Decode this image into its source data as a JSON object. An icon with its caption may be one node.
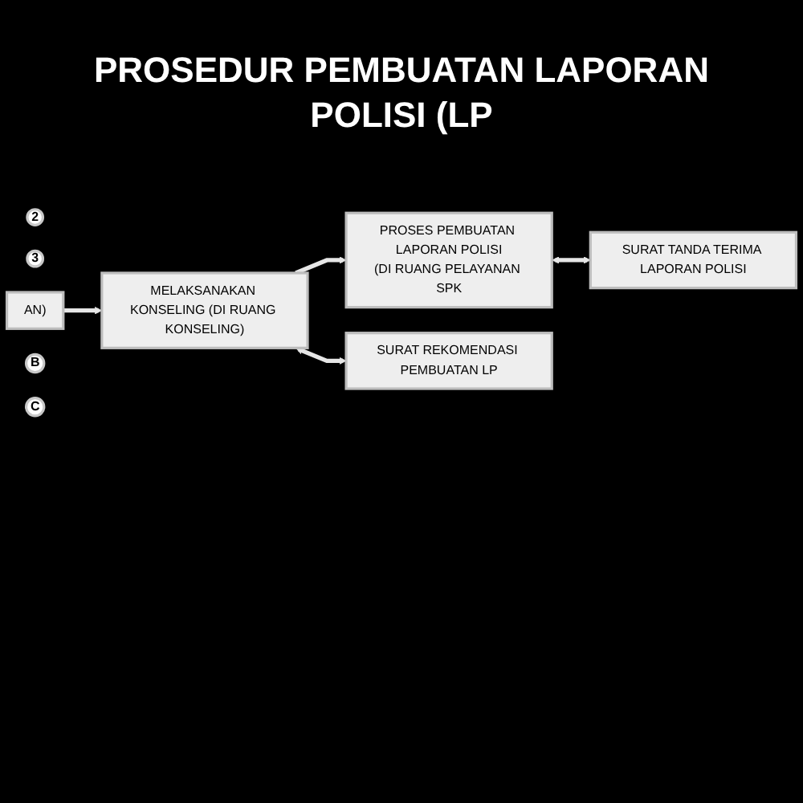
{
  "diagram": {
    "title": "PROSEDUR PEMBUATAN LAPORAN POLISI (LP",
    "nodes": [
      {
        "text": [
          "2"
        ]
      },
      {
        "text": [
          "3"
        ]
      },
      {
        "text": [
          "AN)"
        ]
      },
      {
        "text": [
          "MELAKSANAKAN KONSELING (DI RUANG KONSELING)"
        ]
      },
      {
        "text": [
          "PROSES PEMBUATAN LAPORAN POLISI",
          "(DI RUANG PELAYANAN SPK"
        ]
      },
      {
        "text": [
          "SURAT REKOMENDASI PEMBUATAN LP"
        ]
      },
      {
        "text": [
          "SURAT TANDA TERIMA LAPORAN POLISI"
        ]
      },
      {
        "text": [
          "B"
        ]
      },
      {
        "text": [
          "C"
        ]
      }
    ],
    "edges": [
      {
        "from": 2,
        "to": 3,
        "arrow": "to"
      },
      {
        "from": 3,
        "to": 4,
        "arrow": "to"
      },
      {
        "from": 3,
        "to": 5,
        "arrow": "both"
      },
      {
        "from": 4,
        "to": 6,
        "arrow": "both"
      }
    ]
  }
}
